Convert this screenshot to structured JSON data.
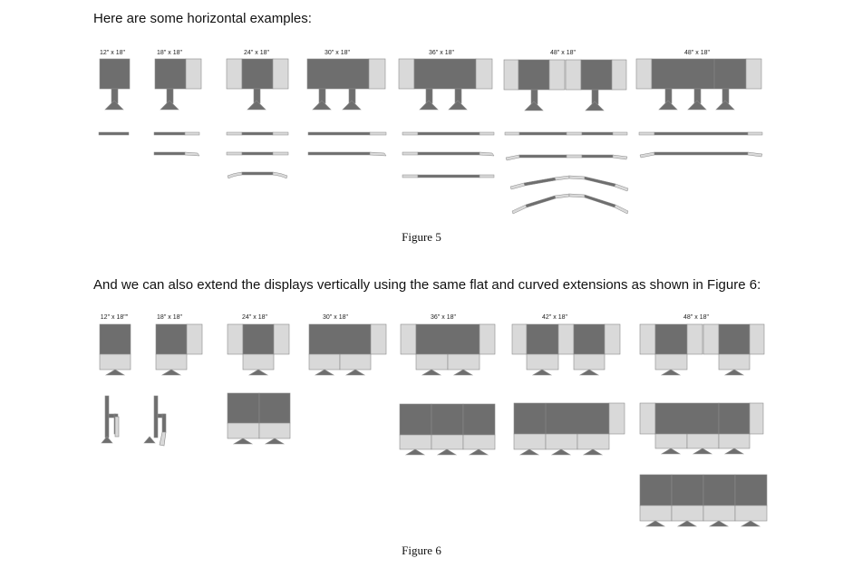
{
  "heading_horizontal": "Here are some horizontal examples:",
  "caption_fig5": "Figure 5",
  "heading_vertical": "And we can also extend the displays vertically using the same flat and curved extensions as shown in Figure 6:",
  "caption_fig6": "Figure 6",
  "figure5_sizes": [
    "12\" x 18\"",
    "18\" x 18\"",
    "24\" x 18\"",
    "30\" x 18\"",
    "36\" x 18\"",
    "48\" x 18\"",
    "48\" x 18\""
  ],
  "figure6_sizes": [
    "12\" x 18\"\"",
    "18\" x 18\"",
    "24\" x 18\"",
    "30\" x 18\"",
    "36\" x 18\"",
    "42\" x 18\"",
    "48\" x 18\""
  ],
  "colors": {
    "screen": "#6e6e6e",
    "extension": "#d9d9d9",
    "outline": "#8a8a8a",
    "stand": "#6e6e6e"
  }
}
